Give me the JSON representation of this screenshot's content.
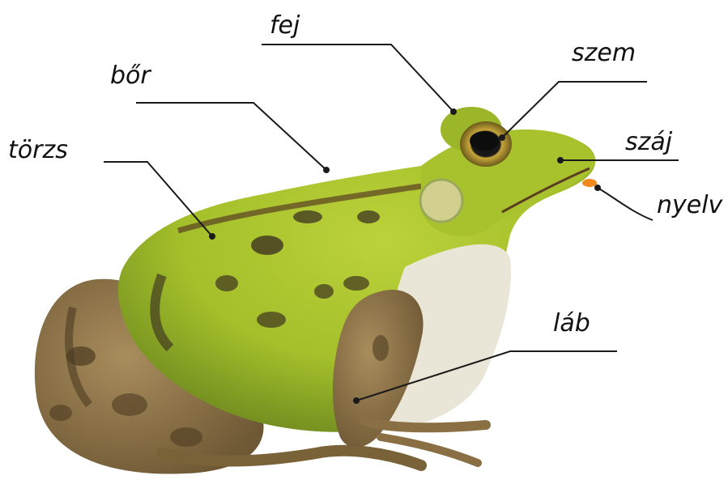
{
  "labels": {
    "fej": "fej",
    "szem": "szem",
    "bor": "bőr",
    "torzs": "törzs",
    "szaj": "száj",
    "nyelv": "nyelv",
    "lab": "láb"
  },
  "colors": {
    "background": "#ffffff",
    "leader_line": "#1a1a1a",
    "frog_green": "#a3bf2a",
    "frog_dark_green": "#5f7a1a",
    "frog_brown": "#8a6f44",
    "frog_belly": "#e9e6d7",
    "tongue": "#f08a1e"
  },
  "illustration": "frog-side-view"
}
